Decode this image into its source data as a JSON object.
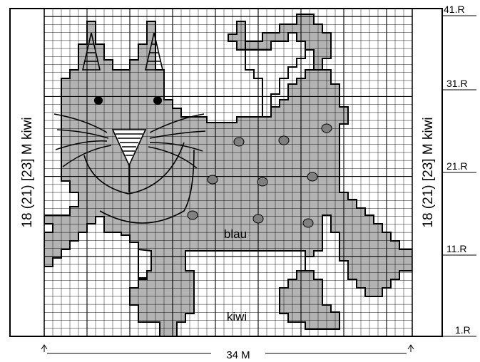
{
  "chart": {
    "row_labels": [
      "41.R",
      "31.R",
      "21.R",
      "11.R",
      "1.R"
    ],
    "side_label_left": "18 (21) [23] M kiwi",
    "side_label_right": "18 (21) [23] M kiwi",
    "width_label": "34 M",
    "color_label_main": "blau",
    "color_label_background": "kiwi",
    "colors": {
      "grid_line": "#000000",
      "motif_fill": "#b3b3b3",
      "background": "#ffffff",
      "spot": "#808080"
    },
    "icons": [
      "arrow-up-left-icon",
      "arrow-up-right-icon",
      "cat-motif-icon"
    ]
  }
}
